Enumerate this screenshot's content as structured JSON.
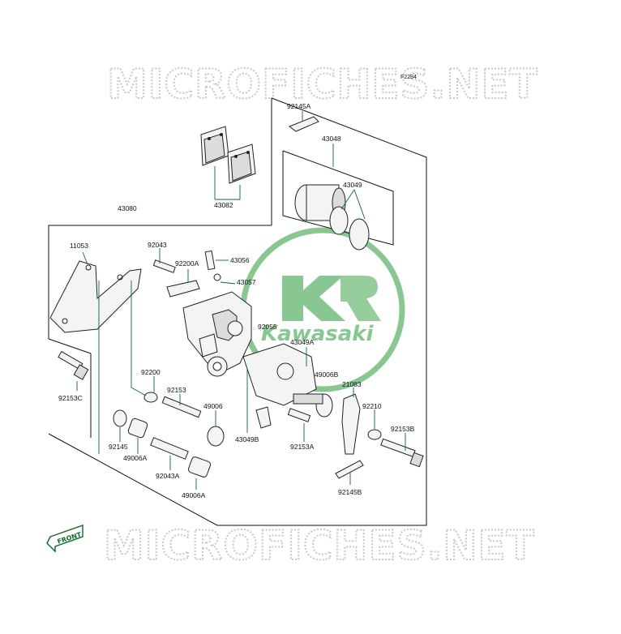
{
  "figure_code": "F2294",
  "watermark": {
    "top": "MICROFICHES.NET",
    "bottom": "MICROFICHES.NET"
  },
  "brand_logo": {
    "letter": "K",
    "text": "Kawasaki",
    "color": "#2a9a3a"
  },
  "front_arrow": "FRONT",
  "colors": {
    "leader": "#0a6a2a",
    "line": "#111111",
    "watermark": "#c8c8c8"
  },
  "parts": {
    "p92145A": "92145A",
    "p43048": "43048",
    "p43049_top": "43049",
    "p43082": "43082",
    "p43080": "43080",
    "p11053": "11053",
    "p92043": "92043",
    "p92200A": "92200A",
    "p43056": "43056",
    "p43057": "43057",
    "p92055": "92055",
    "p43049A": "43049A",
    "p49006B": "49006B",
    "p21083": "21083",
    "p92210": "92210",
    "p92153B": "92153B",
    "p92153C": "92153C",
    "p92200": "92200",
    "p92153": "92153",
    "p49006": "49006",
    "p43049B": "43049B",
    "p92153A": "92153A",
    "p92145": "92145",
    "p49006A_1": "49006A",
    "p92043A": "92043A",
    "p49006A_2": "49006A",
    "p92145B": "92145B"
  }
}
